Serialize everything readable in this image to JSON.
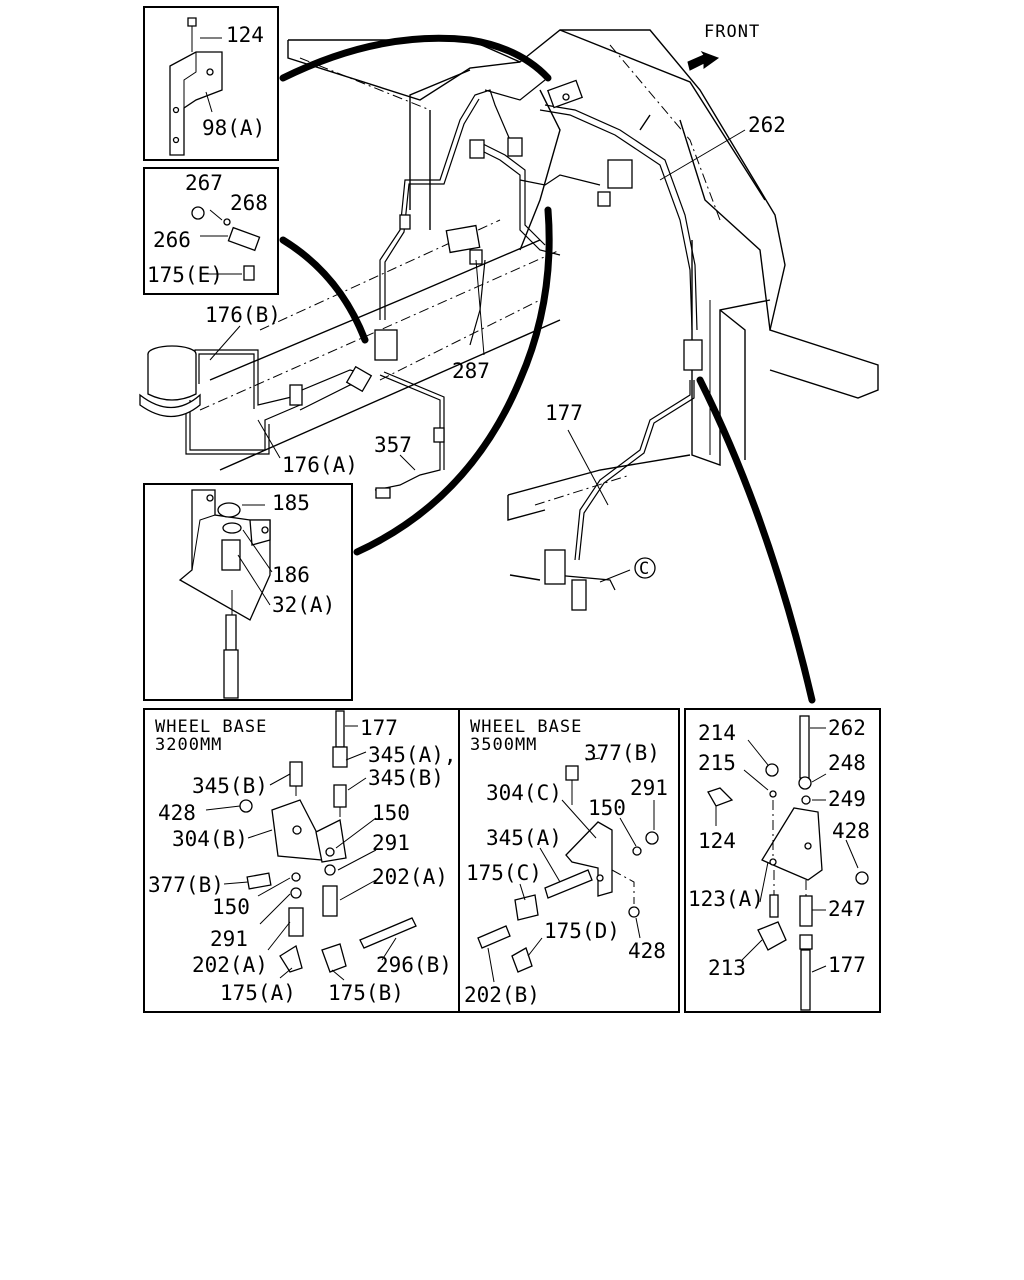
{
  "direction_label": "FRONT",
  "circle_ref": "C",
  "callouts": {
    "box1": [
      "124",
      "98(A)"
    ],
    "box2": [
      "267",
      "268",
      "266",
      "175(E)"
    ],
    "main": [
      "176(B)",
      "176(A)",
      "357",
      "287",
      "262",
      "177"
    ],
    "box3": [
      "185",
      "186",
      "32(A)"
    ]
  },
  "wheelbase_3200": {
    "title_line1": "WHEEL BASE",
    "title_line2": "3200MM",
    "labels": [
      "177",
      "345(A),",
      "345(B)",
      "345(B)",
      "428",
      "150",
      "304(B)",
      "291",
      "202(A)",
      "377(B)",
      "150",
      "291",
      "202(A)",
      "296(B)",
      "175(A)",
      "175(B)"
    ]
  },
  "wheelbase_3500": {
    "title_line1": "WHEEL BASE",
    "title_line2": "3500MM",
    "labels": [
      "377(B)",
      "291",
      "304(C)",
      "150",
      "345(A)",
      "175(C)",
      "175(D)",
      "428",
      "202(B)"
    ]
  },
  "detail_right": {
    "labels": [
      "214",
      "262",
      "215",
      "248",
      "249",
      "124",
      "428",
      "123(A)",
      "247",
      "213",
      "177"
    ]
  }
}
